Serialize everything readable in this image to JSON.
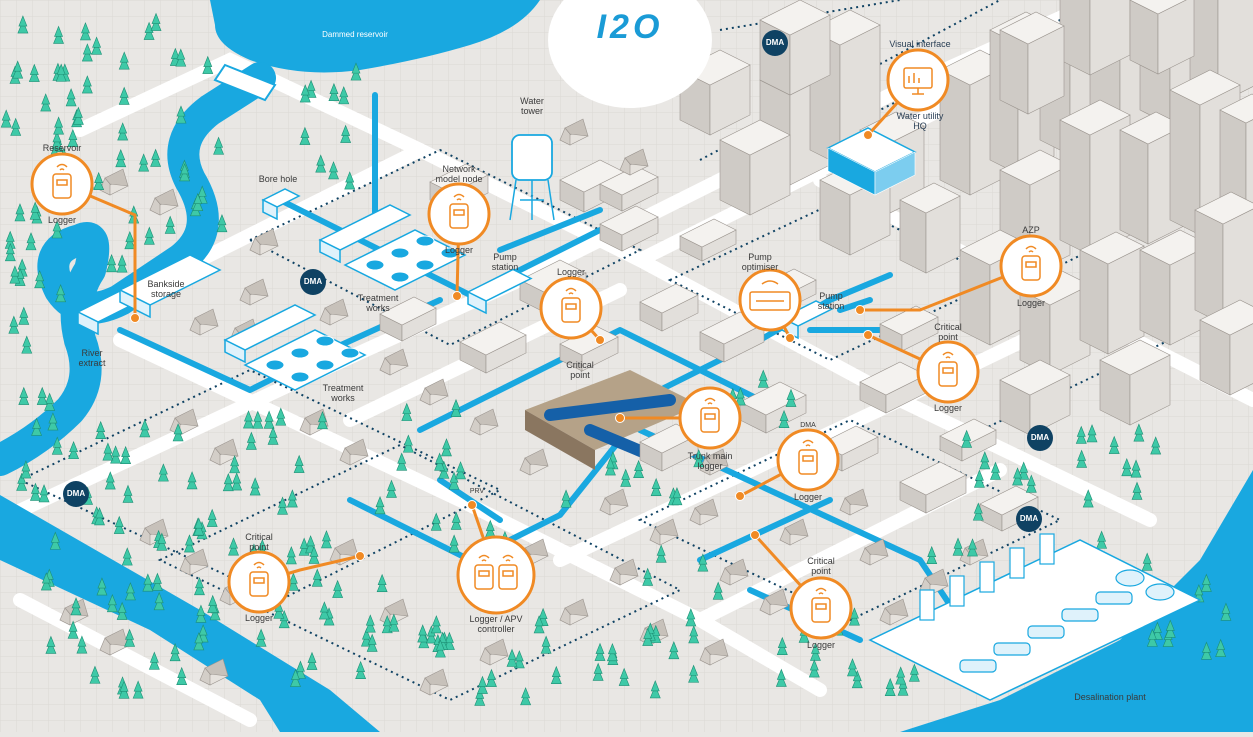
{
  "brand": {
    "logo_text": "I2O"
  },
  "colors": {
    "water": "#19a8e0",
    "accent": "#f08a24",
    "ground": "#e9e7e4",
    "road": "#ffffff",
    "dma_badge": "#0f4263",
    "tree": "#3ec9a7"
  },
  "labels": {
    "dammed_reservoir": "Dammed reservoir",
    "reservoir": "Reservoir",
    "logger": "Logger",
    "bore_hole": "Bore hole",
    "water_tower": "Water\ntower",
    "network_model_node": "Network\nmodel node",
    "bankside_storage": "Bankside\nstorage",
    "river_extract": "River\nextract",
    "treatment_works": "Treatment\nworks",
    "pump_station": "Pump\nstation",
    "critical_point": "Critical\npoint",
    "pump_optimiser": "Pump\noptimiser",
    "visual_interface": "Visual interface",
    "water_utility_hq": "Water utility\nHQ",
    "azp": "AZP",
    "trunk_main_logger": "Trunk main\nlogger",
    "dma": "DMA",
    "prv": "PRV",
    "logger_apv_controller": "Logger / APV\ncontroller",
    "desalination_plant": "Desalination plant"
  },
  "devices": [
    {
      "id": "reservoir-logger",
      "top": "Reservoir",
      "bottom": "Logger",
      "kind": "logger"
    },
    {
      "id": "network-model-logger",
      "top": "Network\nmodel node",
      "bottom": "Logger",
      "kind": "logger"
    },
    {
      "id": "critical-point-logger-center",
      "top": "Logger",
      "bottom": "Critical\npoint",
      "kind": "logger"
    },
    {
      "id": "pump-optimiser",
      "top": "Pump\noptimiser",
      "bottom": "",
      "kind": "optimiser"
    },
    {
      "id": "visual-interface",
      "top": "Visual interface",
      "bottom": "Water utility\nHQ",
      "kind": "monitor"
    },
    {
      "id": "azp-logger",
      "top": "AZP",
      "bottom": "Logger",
      "kind": "logger"
    },
    {
      "id": "critical-point-logger-east",
      "top": "Critical\npoint",
      "bottom": "Logger",
      "kind": "logger"
    },
    {
      "id": "trunk-main-logger",
      "top": "",
      "bottom": "Trunk main\nlogger",
      "kind": "logger"
    },
    {
      "id": "dma-logger",
      "top": "DMA",
      "bottom": "Logger",
      "kind": "logger"
    },
    {
      "id": "critical-point-logger-west",
      "top": "Critical\npoint",
      "bottom": "Logger",
      "kind": "logger"
    },
    {
      "id": "logger-apv-controller",
      "top": "PRV",
      "bottom": "Logger / APV\ncontroller",
      "kind": "dual"
    },
    {
      "id": "critical-point-logger-south",
      "top": "Critical\npoint",
      "bottom": "Logger",
      "kind": "logger"
    }
  ]
}
